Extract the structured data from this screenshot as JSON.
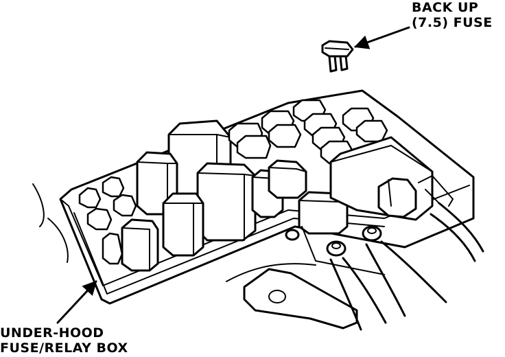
{
  "callouts": {
    "backup_fuse": {
      "line1": "BACK UP",
      "line2": "(7.5) FUSE"
    },
    "fuse_relay_box": {
      "line1": "UNDER-HOOD",
      "line2": "FUSE/RELAY BOX"
    }
  },
  "colors": {
    "ink": "#000000",
    "paper": "#ffffff"
  }
}
